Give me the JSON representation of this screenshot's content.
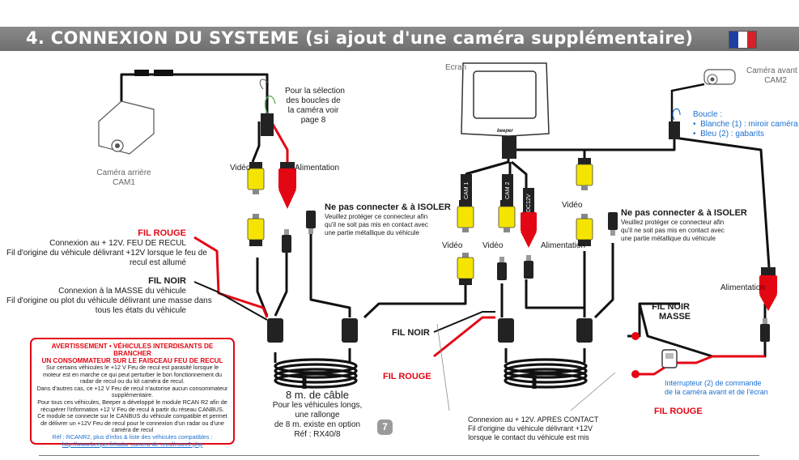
{
  "header": {
    "title": "4. CONNEXION DU SYSTEME (si ajout d'une caméra supplémentaire)",
    "flag_colors": [
      "#1d3fa3",
      "#ffffff",
      "#d6202a"
    ]
  },
  "labels": {
    "ecran": "Ecran",
    "camera_avant": [
      "Caméra avant",
      "CAM2"
    ],
    "camera_arriere": [
      "Caméra arrière",
      "CAM1"
    ],
    "selection_note": [
      "Pour la sélection",
      "des boucles de",
      "la caméra voir",
      "page 8"
    ],
    "video": "Vidéo",
    "alimentation": "Alimentation",
    "cam1_tag": "CAM 1",
    "cam2_tag": "CAM 2",
    "dc12v_tag": "DC12V"
  },
  "boucle": {
    "title": "Boucle  :",
    "items": [
      "Blanche (1) : miroir caméra",
      "Bleu (2) : gabarits"
    ]
  },
  "isolate": {
    "title": "Ne pas connecter & à ISOLER",
    "text": [
      "Veuillez protéger ce connecteur afin",
      "qu'il ne soit pas mis en contact avec",
      "une partie métallique du véhicule"
    ]
  },
  "fil_rouge_left": {
    "title": "FIL ROUGE",
    "text": [
      "Connexion au + 12V. FEU DE RECUL",
      "Fil d'origine du véhicule délivrant +12V lorsque le feu de",
      "recul est allumé"
    ]
  },
  "fil_noir_left": {
    "title": "FIL NOIR",
    "text": [
      "Connexion à la MASSE du véhicule",
      "Fil d'origine ou plot du véhicule délivrant une masse dans",
      "tous les états du véhicule"
    ]
  },
  "cable": {
    "title": "8  m. de câble",
    "text": [
      "Pour les véhicules longs,",
      "une rallonge",
      "de 8 m. existe en option",
      "Réf : RX40/8"
    ]
  },
  "fil_noir_mid": "FIL NOIR",
  "fil_rouge_mid": "FIL ROUGE",
  "fil_noir_masse": [
    "FIL NOIR",
    "MASSE"
  ],
  "fil_rouge_right": "FIL ROUGE",
  "interrupteur": [
    "Interrupteur (2) de commande",
    "de la caméra avant et de l'écran"
  ],
  "contact_note": [
    "Connexion au + 12V. APRES CONTACT",
    "Fil d'origine du véhicule délivrant +12V",
    "lorsque le contact du véhicule est mis"
  ],
  "warning": {
    "title": [
      "AVERTISSEMENT  •  VÉHICULES INTERDISANTS DE BRANCHER",
      "UN CONSOMMATEUR SUR LE FAISCEAU FEU DE RECUL"
    ],
    "p1": "Sur certains véhicules le +12 V Feu de recul est parasité lorsque le moteur est en marche ce qui peut perturber le bon fonctionnement du radar de recul ou du kit caméra de recul.",
    "p2": "Dans d'autres cas, ce +12 V Feu de recul n'autorise aucun consommateur supplémentaire.",
    "p3": "Pour tous ces véhicules, Beeper a développé le module RCAN R2 afin de récupérer l'information +12 V Feu de recul à partir du réseau CANBUS. Ce module se connecte sur le CANBUS du véhicule compatible et permet de délivrer un +12V Feu de recul pour le connexion d'un radar ou d'une caméra de recul",
    "ref": "Réf : RCANR2, plus d'infos & liste des véhicules compatibles :",
    "link": "http://www.beeper.fr/radar-camera-de-recul/rcanr2.php"
  },
  "page_number": "7",
  "brand": "beeper"
}
